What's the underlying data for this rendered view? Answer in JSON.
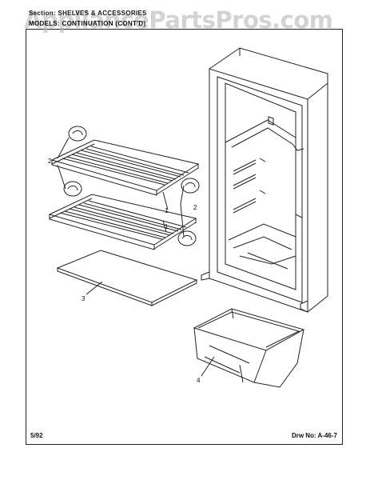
{
  "header": {
    "section_line": "Section:  SHELVES & ACCESSORIES",
    "model_line": "MODELS:  CONTINUATION (CONT'D)"
  },
  "watermark": "AppliancePartsPros.com",
  "callouts": {
    "shelf_left": "2",
    "shelf_right_upper": "1",
    "shelf_right_lower": "1",
    "clip_right": "2",
    "crisper_cover": "3",
    "crisper_pan": "4"
  },
  "footer": {
    "date": "5/92",
    "drawing_number": "Drw No:  A-46-7"
  }
}
